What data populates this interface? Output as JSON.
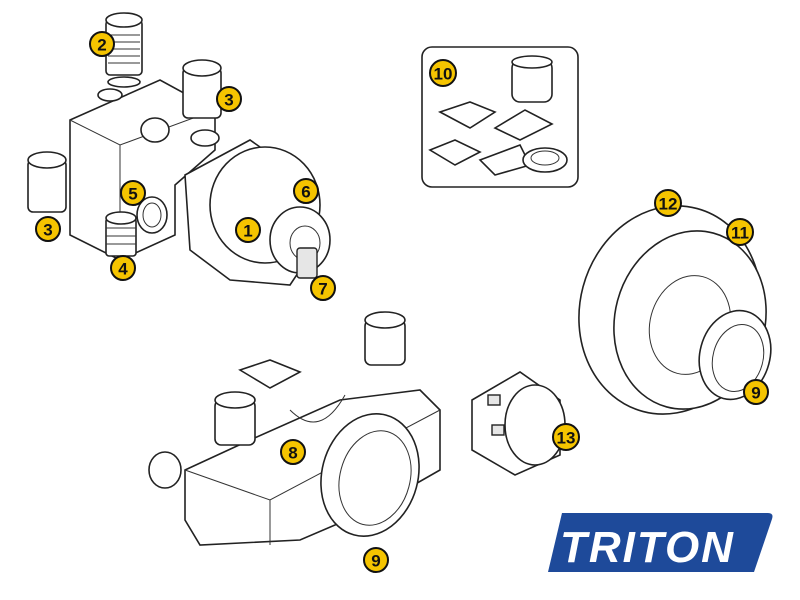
{
  "diagram": {
    "callouts": [
      {
        "id": "2"
      },
      {
        "id": "3"
      },
      {
        "id": "3"
      },
      {
        "id": "4"
      },
      {
        "id": "5"
      },
      {
        "id": "6"
      },
      {
        "id": "1"
      },
      {
        "id": "7"
      },
      {
        "id": "10"
      },
      {
        "id": "12"
      },
      {
        "id": "11"
      },
      {
        "id": "9"
      },
      {
        "id": "8"
      },
      {
        "id": "13"
      },
      {
        "id": "9"
      }
    ],
    "badge_color": "#f5c400"
  },
  "logo": {
    "text": "TRITON",
    "color": "#1e4a9a"
  }
}
